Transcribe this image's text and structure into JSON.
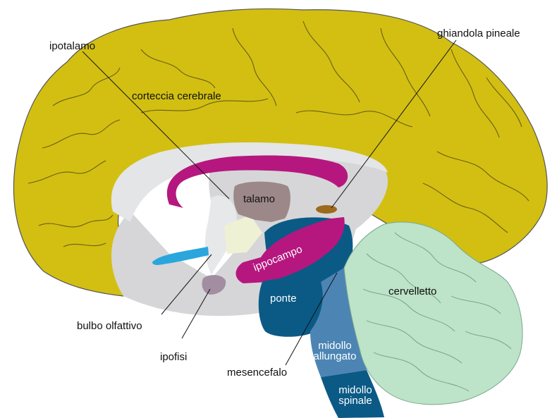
{
  "colors": {
    "cortex": "#d2bf12",
    "cortex_outline": "#555555",
    "inner_gray": "#d6d6d8",
    "white_matter": "#e4e5e6",
    "hippocampus": "#b5177f",
    "thalamus": "#9d8889",
    "pituitary": "#a38ea1",
    "pineal": "#9c6a1d",
    "olfactory": "#2aa6dd",
    "pons": "#0b5a86",
    "midbrain": "#0b5a86",
    "medulla": "#4c85b4",
    "spinal": "#0b5a86",
    "cerebellum": "#bde3c8",
    "hypothalamus": "#eef1d3",
    "leader_line": "#111111"
  },
  "labels": {
    "ipotalamo": "ipotalamo",
    "ghiandola_pineale": "ghiandola pineale",
    "corteccia_cerebrale": "corteccia cerebrale",
    "talamo": "talamo",
    "ippocampo": "ippocampo",
    "ponte": "ponte",
    "cervelletto": "cervelletto",
    "bulbo_olfattivo": "bulbo olfattivo",
    "ipofisi": "ipofisi",
    "mesencefalo": "mesencefalo",
    "midollo_allungato_1": "midollo",
    "midollo_allungato_2": "allungato",
    "midollo_spinale_1": "midollo",
    "midollo_spinale_2": "spinale"
  }
}
